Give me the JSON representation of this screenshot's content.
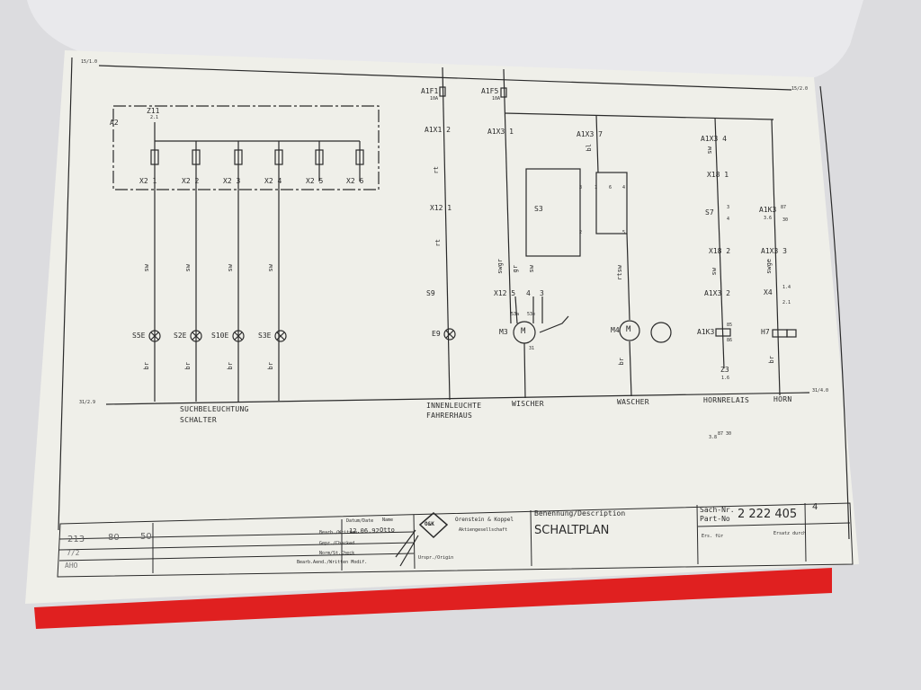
{
  "colors": {
    "paper": "#efefe9",
    "ink": "#2a2a2a",
    "cover": "#e02020",
    "background": "#dcdcdf"
  },
  "rails": {
    "top_left": "15/1.0",
    "top_right": "15/2.0",
    "bottom_left": "31/2.9",
    "bottom_right": "31/4.0"
  },
  "group_a2": {
    "box_label": "A2",
    "feed": "Z11",
    "feed_ref": "2.1",
    "terminals": [
      "X2 1",
      "X2 2",
      "X2 3",
      "X2 4",
      "X2 5",
      "X2 6"
    ],
    "wire_colors": [
      "sw",
      "sw",
      "sw",
      "sw"
    ],
    "lamps": [
      "S5E",
      "S2E",
      "S10E",
      "S3E"
    ],
    "return_colors": [
      "br",
      "br",
      "br",
      "br"
    ],
    "caption_line1": "SUCHBELEUCHTUNG",
    "caption_line2": "SCHALTER"
  },
  "interior": {
    "fuse": "A1F1",
    "fuse_rating": "10A",
    "terminal1": "A1X1 2",
    "color1": "rt",
    "terminal2": "X12 1",
    "color2": "rt",
    "switch": "S9",
    "lamp": "E9",
    "caption_line1": "INNENLEUCHTE",
    "caption_line2": "FAHRERHAUS"
  },
  "wiper": {
    "fuse": "A1F5",
    "fuse_rating": "10A",
    "terminal": "A1X3 1",
    "switch": "S3",
    "pins": [
      "3",
      "1",
      "6",
      "4",
      "2",
      "5"
    ],
    "colors": [
      "swgr",
      "gr",
      "sw"
    ],
    "terminal2": "X12 5",
    "t4": "4",
    "t3": "3",
    "motor_pins": [
      "53a",
      "53e",
      "31"
    ],
    "motor": "M3",
    "motor_symbol": "M",
    "caption": "WISCHER"
  },
  "washer": {
    "terminal": "A1X3 7",
    "color": "bl",
    "color2": "rtsw",
    "motor": "M4",
    "motor_symbol": "M",
    "return_color": "br",
    "caption": "WASCHER"
  },
  "horn_relay": {
    "terminal": "A1X3 4",
    "color": "sw",
    "t1": "X18 1",
    "switch": "S7",
    "sw_pins": [
      "3",
      "4"
    ],
    "t2": "X18 2",
    "color2": "sw",
    "t3": "A1X3 2",
    "relay": "A1K3",
    "relay_pins": [
      "85",
      "86"
    ],
    "ground": "Z3",
    "ground_ref": "1.6",
    "caption": "HORNRELAIS"
  },
  "horn": {
    "contact": "A1K3",
    "contact_ref": "3.6",
    "contact_pins": [
      "87",
      "30"
    ],
    "terminal": "A1X3 3",
    "color": "swge",
    "plug": "X4",
    "plug_pins": [
      "1.4",
      "2.1"
    ],
    "device": "H7",
    "return_color": "br",
    "caption": "HORN"
  },
  "contact_ref_note": {
    "ref": "3.8",
    "pins": "87  30"
  },
  "title_block": {
    "rev_values": [
      "213",
      "80",
      "50"
    ],
    "row2": "7/2",
    "row3": "AHO",
    "headers": [
      "Datum/Date",
      "Name"
    ],
    "rows": [
      "Bearb./Written",
      "Gepr./Checked",
      "Norm/St.Check",
      "Bearb.Aend./Written Modif."
    ],
    "date": "12.06.92",
    "name": "Otto",
    "company": "Orenstein & Koppel",
    "company_sub": "Aktiengesellschaft",
    "logo": "O&K",
    "origin": "Urspr./Origin",
    "description_label": "Benennung/Description",
    "description": "SCHALTPLAN",
    "part_label1": "Sach-Nr.",
    "part_label2": "Part-No",
    "part_number": "2 222 405",
    "sheet": "4",
    "replaced_by": "Ers. für",
    "replaced_for": "Ersatz durch"
  }
}
